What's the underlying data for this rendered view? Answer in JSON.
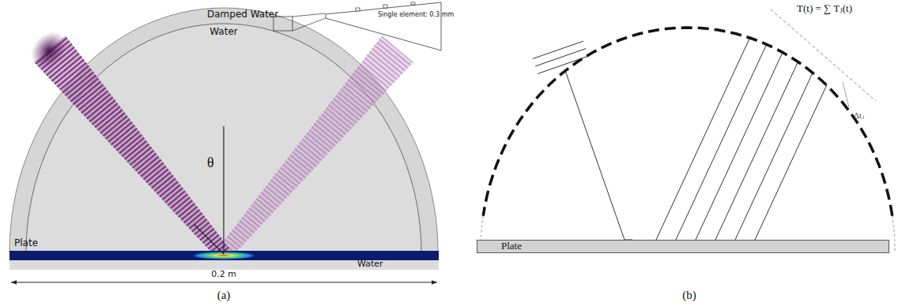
{
  "diagram": {
    "nodes": [
      {
        "text": [
          "Plate"
        ]
      }
    ],
    "labels": [
      "Damped Water",
      "Water",
      "Single element: 0.3 mm",
      "θ",
      "Plate",
      "Water",
      "0.2 m",
      "(a)",
      "(b)",
      "T(t) = ∑ Tⱼ(t)",
      "Δtⱼ"
    ]
  }
}
